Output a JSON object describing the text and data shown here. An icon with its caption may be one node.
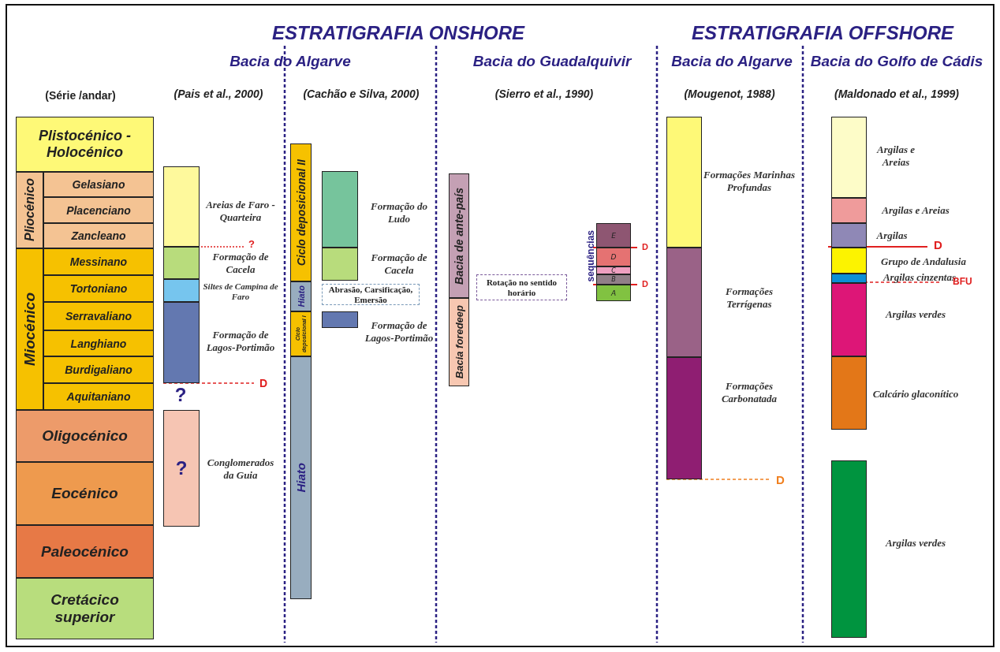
{
  "diagram": {
    "nodes": [
      {
        "text": [
          "Plistocénico -Holocénico"
        ]
      },
      {
        "text": [
          "Pliocénico"
        ]
      },
      {
        "text": [
          "Gelasiano"
        ]
      },
      {
        "text": [
          "Placenciano"
        ]
      },
      {
        "text": [
          "Zancleano"
        ]
      },
      {
        "text": [
          "Miocénico"
        ]
      },
      {
        "text": [
          "Messinano"
        ]
      },
      {
        "text": [
          "Tortoniano"
        ]
      },
      {
        "text": [
          "Serravaliano"
        ]
      },
      {
        "text": [
          "Langhiano"
        ]
      },
      {
        "text": [
          "Burdigaliano"
        ]
      },
      {
        "text": [
          "Aquitaniano"
        ]
      },
      {
        "text": [
          "Oligocénico"
        ]
      },
      {
        "text": [
          "Eocénico"
        ]
      },
      {
        "text": [
          "Paleocénico"
        ]
      },
      {
        "text": [
          "Cretácico superior"
        ]
      },
      {
        "text": [],
        "shape": "box",
        "beside": [
          "Areias de Faro -Quarteira"
        ]
      },
      {
        "text": [],
        "shape": "box",
        "beside": [
          "Formação de Cacela"
        ]
      },
      {
        "text": [],
        "shape": "box",
        "beside": [
          "Siltes de Campina de Faro"
        ]
      },
      {
        "text": [],
        "shape": "box",
        "beside": [
          "Formação de Lagos-Portimão"
        ]
      },
      {
        "text": [
          "?"
        ],
        "beside": [
          "Conglomerados da Guia"
        ]
      },
      {
        "text": [
          "Ciclo deposicional II"
        ]
      },
      {
        "text": [
          "Hiato"
        ]
      },
      {
        "text": [
          "Ciclo deposicional I"
        ]
      },
      {
        "text": [
          "Hiato"
        ]
      },
      {
        "text": [],
        "shape": "box",
        "beside": [
          "Formação do Ludo"
        ]
      },
      {
        "text": [],
        "shape": "box",
        "beside": [
          "Formação de Cacela"
        ]
      },
      {
        "text": [
          "Abrasão, Carsificação, Emersão"
        ]
      },
      {
        "text": [],
        "shape": "box",
        "beside": [
          "Formação de Lagos-Portimão"
        ]
      },
      {
        "text": [
          "Bacia de ante-país"
        ]
      },
      {
        "text": [
          "Bacia foredeep"
        ]
      },
      {
        "text": [
          "Rotação no sentido horário"
        ]
      },
      {
        "text": [
          "E"
        ]
      },
      {
        "text": [
          "D"
        ]
      },
      {
        "text": [
          "C"
        ]
      },
      {
        "text": [
          "B"
        ]
      },
      {
        "text": [
          "A"
        ]
      },
      {
        "text": [],
        "shape": "box",
        "beside": [
          "Formações Marinhas Profundas"
        ]
      },
      {
        "text": [],
        "shape": "box",
        "beside": [
          "Formações Terrígenas"
        ]
      },
      {
        "text": [],
        "shape": "box",
        "beside": [
          "Formações Carbonatada"
        ]
      },
      {
        "text": [],
        "shape": "box",
        "beside": [
          "Argilas e Areias"
        ]
      },
      {
        "text": [],
        "shape": "box",
        "beside": [
          "Argilas e Areias"
        ]
      },
      {
        "text": [],
        "shape": "box",
        "beside": [
          "Argilas"
        ]
      },
      {
        "text": [],
        "shape": "box",
        "beside": [
          "Grupo de Andalusia"
        ]
      },
      {
        "text": [],
        "shape": "box",
        "beside": [
          "Argilas cinzentas"
        ]
      },
      {
        "text": [],
        "shape": "box",
        "beside": [
          "Argilas verdes"
        ]
      },
      {
        "text": [],
        "shape": "box",
        "beside": [
          "Calcário glaconítico"
        ]
      },
      {
        "text": [],
        "shape": "box",
        "beside": [
          "Argilas verdes"
        ]
      }
    ],
    "labels": [
      "ESTRATIGRAFIA ONSHORE",
      "ESTRATIGRAFIA OFFSHORE",
      "Bacia do Algarve",
      "Bacia do Guadalquivir",
      "Bacia do Algarve",
      "Bacia do Golfo de Cádis",
      "(Série /andar)",
      "(Pais et al., 2000)",
      "(Cachão e Silva, 2000)",
      "(Sierro et al., 1990)",
      "(Mougenot, 1988)",
      "(Maldonado et al., 1999)",
      "?",
      "D",
      "?",
      "sequências",
      "D",
      "D",
      "D",
      "BFU",
      "D"
    ]
  }
}
